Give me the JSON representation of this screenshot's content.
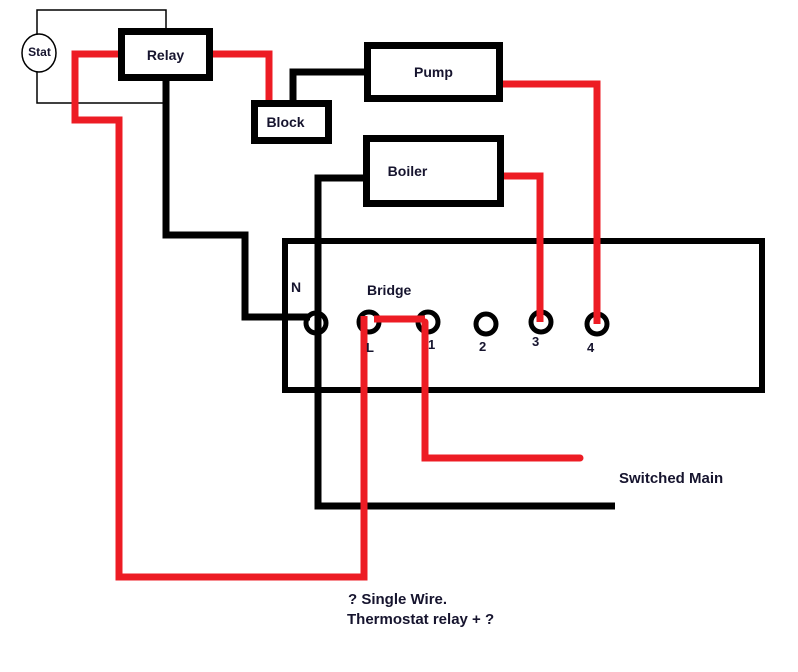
{
  "colors": {
    "live_wire": "#ed1c24",
    "neutral_wire": "#000000",
    "label_text": "#16142e"
  },
  "components": {
    "stat": {
      "label": "Stat"
    },
    "relay": {
      "label": "Relay"
    },
    "block": {
      "label": "Block"
    },
    "pump": {
      "label": "Pump"
    },
    "boiler": {
      "label": "Boiler"
    }
  },
  "terminal_strip": {
    "neutral_label": "N",
    "bridge_label": "Bridge",
    "terminals": [
      {
        "label": "L"
      },
      {
        "label": "1"
      },
      {
        "label": "2"
      },
      {
        "label": "3"
      },
      {
        "label": "4"
      }
    ]
  },
  "annotations": {
    "switched_main": "Switched Main",
    "note_line_1": "? Single Wire.",
    "note_line_2": "Thermostat relay + ?"
  }
}
